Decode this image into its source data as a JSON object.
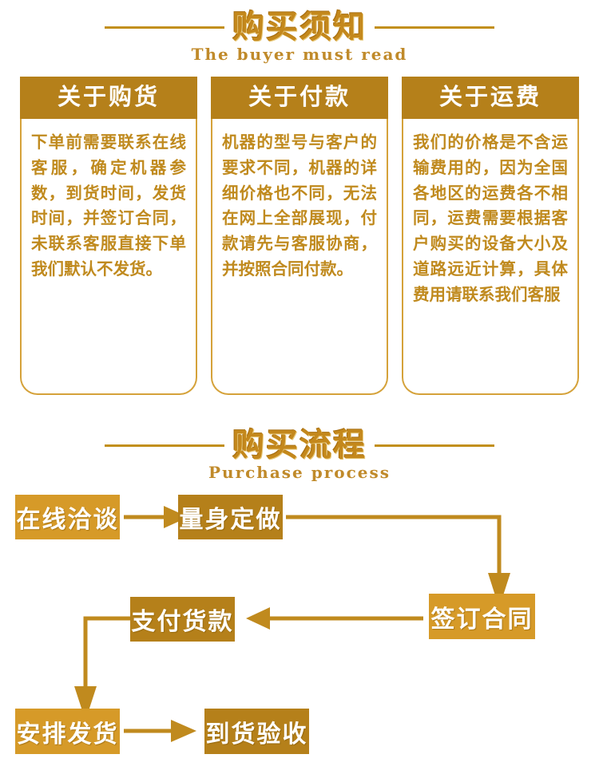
{
  "sections": [
    {
      "title_cn": "购买须知",
      "title_en": "The buyer must read"
    },
    {
      "title_cn": "购买流程",
      "title_en": "Purchase process"
    }
  ],
  "notice_cards": [
    {
      "heading": "关于购货",
      "body": "下单前需要联系在线客服，确定机器参数，到货时间，发货时间，并签订合同，未联系客服直接下单我们默认不发货。"
    },
    {
      "heading": "关于付款",
      "body": "机器的型号与客户的要求不同，机器的详细价格也不同，无法在网上全部展现，付款请先与客服协商，并按照合同付款。"
    },
    {
      "heading": "关于运费",
      "body": "我们的价格是不含运输费用的，因为全国各地区的运费各不相同，运费需要根据客户购买的设备大小及道路远近计算，具体费用请联系我们客服"
    }
  ],
  "flow_steps": [
    {
      "id": "step-1",
      "label": "在线洽谈"
    },
    {
      "id": "step-2",
      "label": "量身定做"
    },
    {
      "id": "step-3",
      "label": "签订合同"
    },
    {
      "id": "step-4",
      "label": "支付货款"
    },
    {
      "id": "step-5",
      "label": "安排发货"
    },
    {
      "id": "step-6",
      "label": "到货验收"
    }
  ],
  "colors": {
    "gold_dark": "#b5801a",
    "gold_mid": "#c08a1e",
    "gold_light": "#d69a28",
    "border_gold": "#d5a23a",
    "arrow": "#c08a1e",
    "text_white": "#ffffff"
  }
}
